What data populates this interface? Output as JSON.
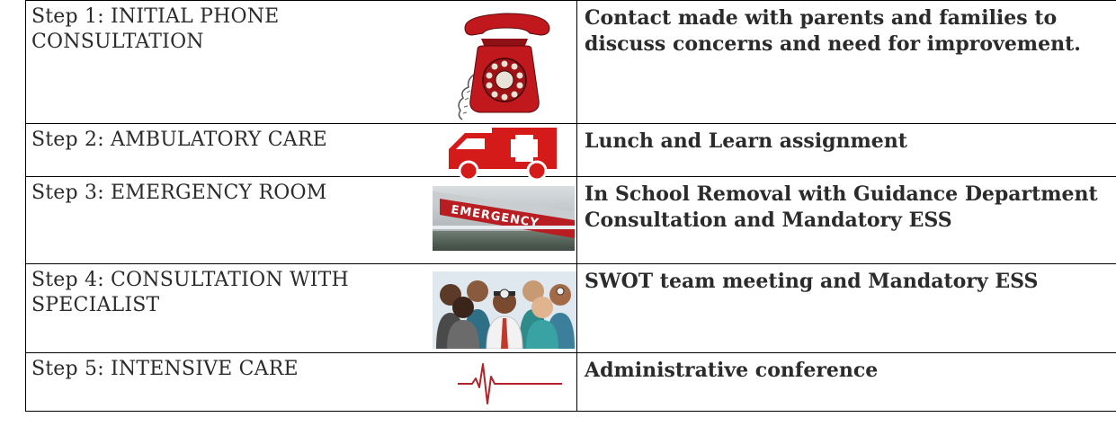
{
  "table": {
    "rows": [
      {
        "step": "Step 1: INITIAL PHONE CONSULTATION",
        "description": "Contact made with parents and families to discuss concerns and need for improvement.",
        "icon": "telephone-icon"
      },
      {
        "step": "Step 2: AMBULATORY CARE",
        "description": "Lunch and Learn assignment",
        "icon": "ambulance-icon"
      },
      {
        "step": "Step 3: EMERGENCY ROOM",
        "description": "In School Removal with Guidance Department Consultation and Mandatory ESS",
        "icon": "emergency-sign-photo"
      },
      {
        "step": "Step 4: CONSULTATION WITH SPECIALIST",
        "description": "SWOT team meeting and Mandatory ESS",
        "icon": "medical-specialists-icon"
      },
      {
        "step": "Step 5: INTENSIVE CARE",
        "description": "Administrative conference",
        "icon": "heartbeat-icon"
      }
    ]
  },
  "sign_text": "EMERGENCY",
  "colors": {
    "phone_red": "#c0181c",
    "ambulance_red": "#d51a1a",
    "heartbeat_red": "#b5232a",
    "border": "#000000",
    "text": "#2b2b2b"
  }
}
